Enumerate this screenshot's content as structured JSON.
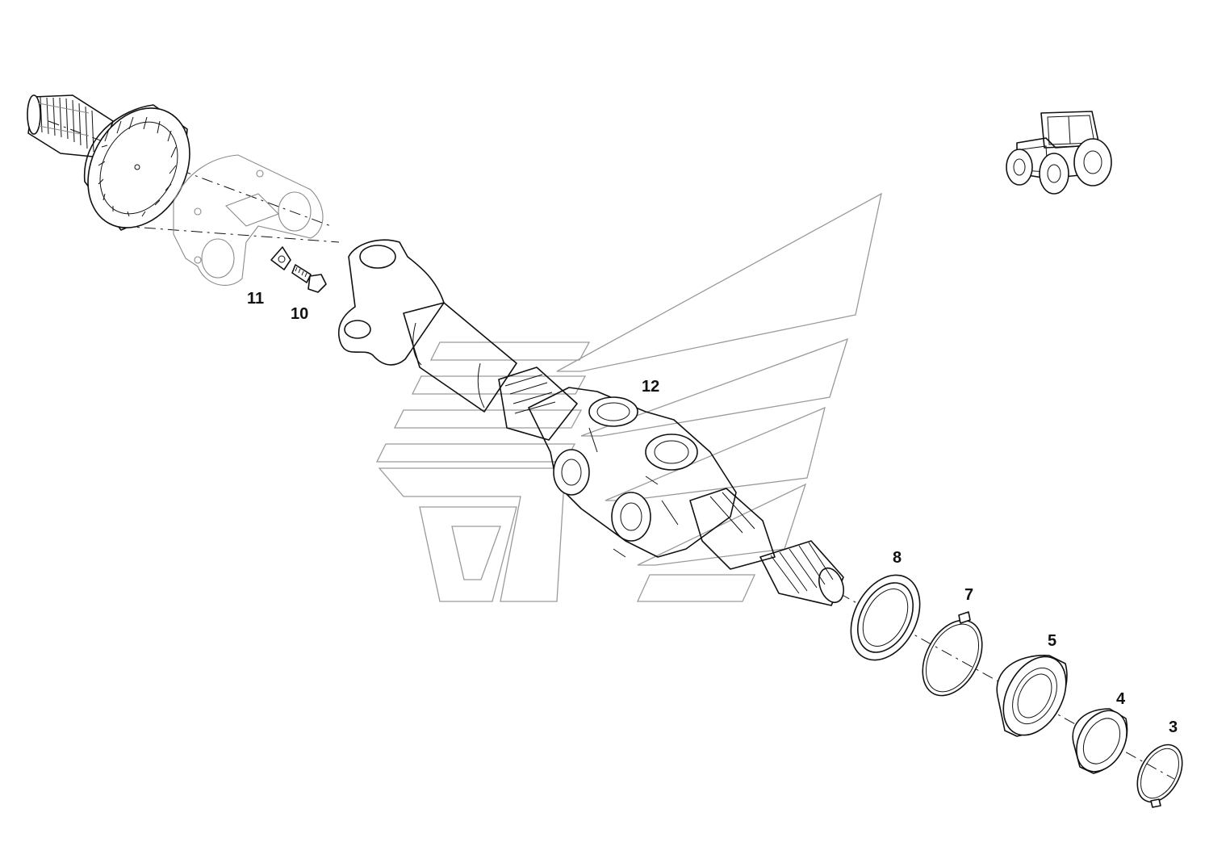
{
  "callouts": [
    {
      "id": "3",
      "label": "3"
    },
    {
      "id": "4",
      "label": "4"
    },
    {
      "id": "5",
      "label": "5"
    },
    {
      "id": "7",
      "label": "7"
    },
    {
      "id": "8",
      "label": "8"
    },
    {
      "id": "10",
      "label": "10"
    },
    {
      "id": "11",
      "label": "11"
    },
    {
      "id": "12",
      "label": "12"
    }
  ],
  "icons": {
    "vehicle": "tractor-icon",
    "watermark": "brand-watermark-icon"
  },
  "colors": {
    "line": "#111111",
    "ghost": "#8a8a8a",
    "background": "#ffffff"
  }
}
